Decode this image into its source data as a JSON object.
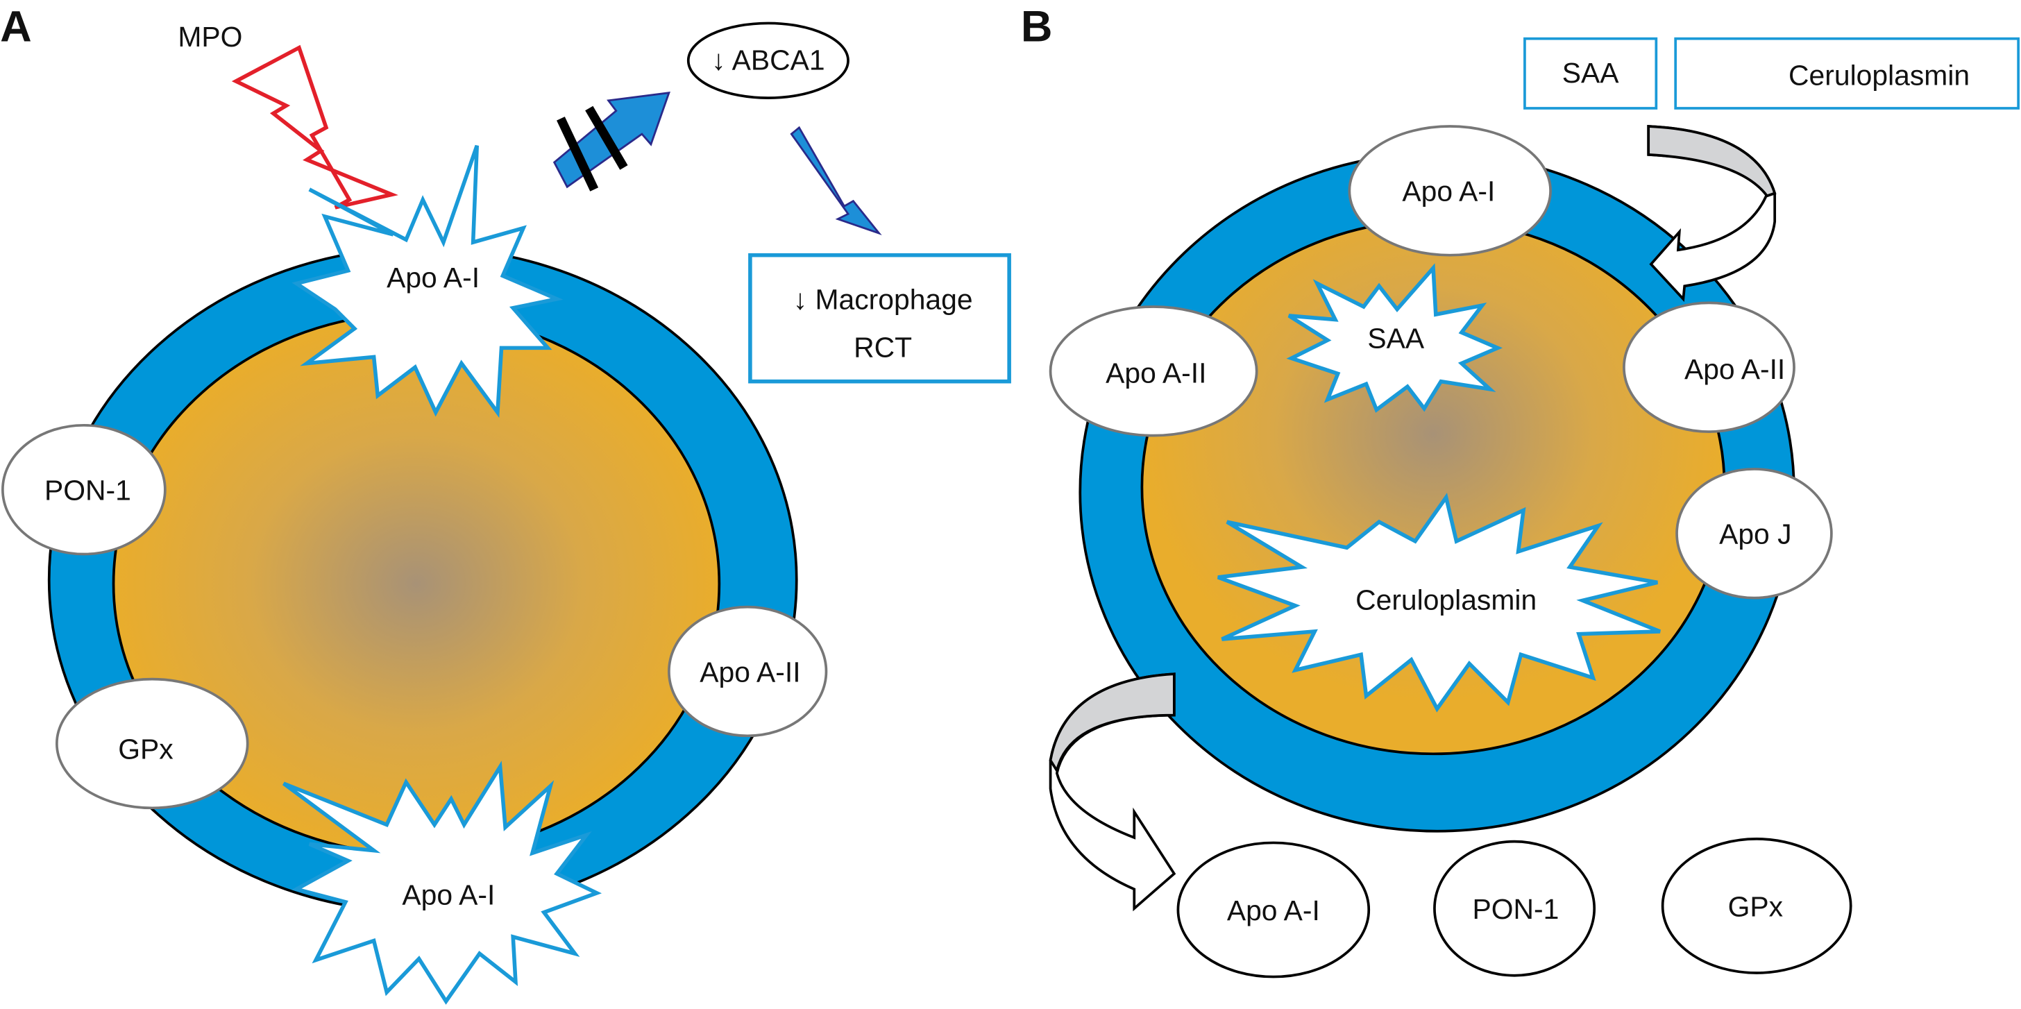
{
  "panels": {
    "a": "A",
    "b": "B"
  },
  "colors": {
    "shell": "#0096d9",
    "core": "#e9ad2c",
    "core_center": "#a89276",
    "starburst_stroke": "#1a9ad8",
    "mpo_bolt": "#e3202a",
    "arrow": "#1d8fd8",
    "arrow_stroke": "#2a2a8a",
    "curved_arrow_fill": "#d3d4d6"
  },
  "panel_a": {
    "mpo": "MPO",
    "apoA1_top": "Apo A-I",
    "apoA1_bottom": "Apo A-I",
    "pon1": "PON-1",
    "gpx": "GPx",
    "apoA2": "Apo A-II",
    "abca1": "↓ ABCA1",
    "macrophage_line1": "↓ Macrophage",
    "macrophage_line2": "RCT"
  },
  "panel_b": {
    "saa_box": "SAA",
    "ceruloplasmin_box": "Ceruloplasmin",
    "apoA1_top": "Apo A-I",
    "apoA2_left": "Apo A-II",
    "apoA2_right": "Apo A-II",
    "apoJ": "Apo J",
    "saa_burst": "SAA",
    "ceruloplasmin_burst": "Ceruloplasmin",
    "released": [
      "Apo A-I",
      "PON-1",
      "GPx"
    ]
  }
}
